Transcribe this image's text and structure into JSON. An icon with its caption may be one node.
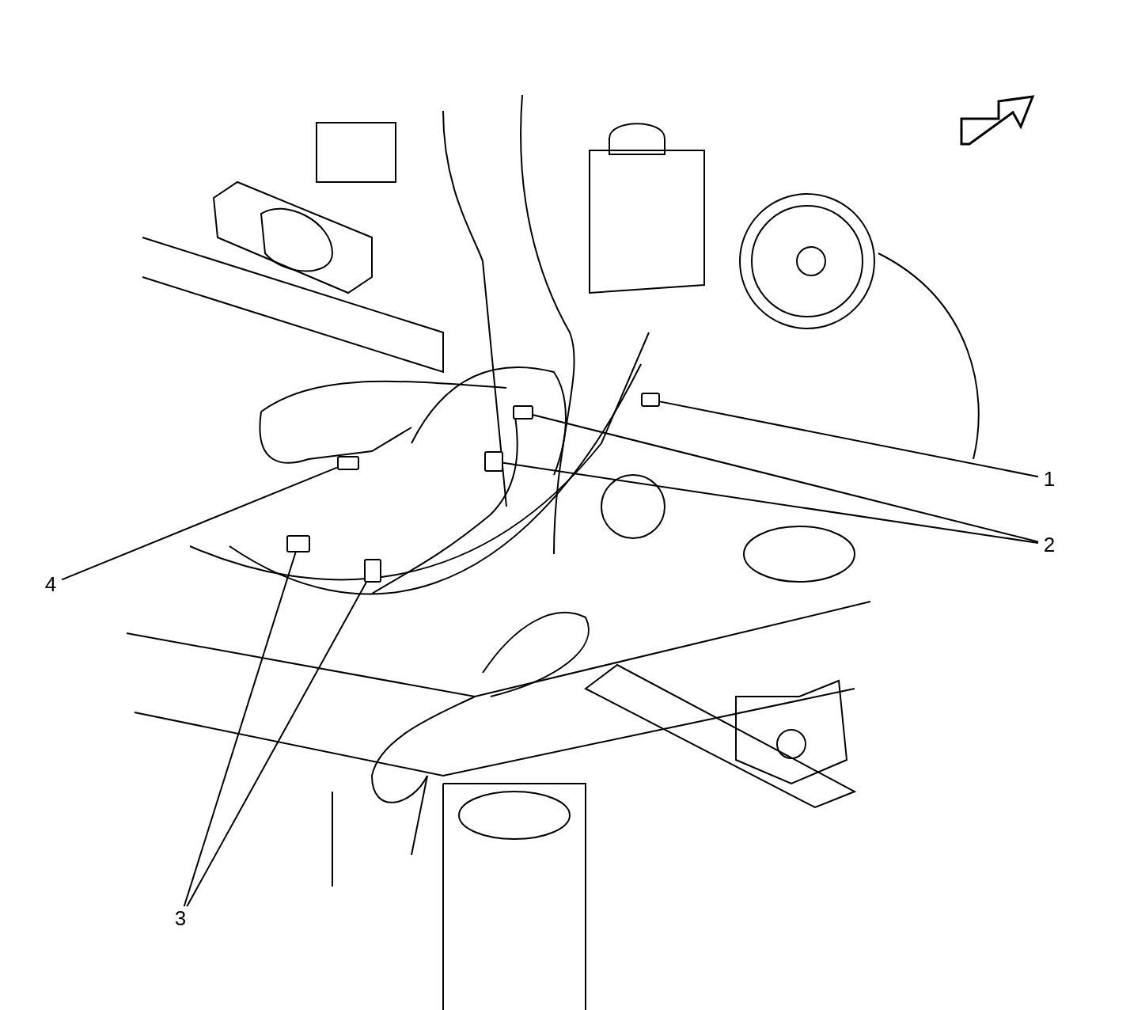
{
  "diagram": {
    "nodes": [
      {
        "text": [
          "1"
        ]
      },
      {
        "text": [
          "2"
        ]
      },
      {
        "text": [
          "3"
        ]
      },
      {
        "text": [
          "4"
        ]
      },
      {
        "text": [],
        "shape": "box"
      },
      {
        "text": [],
        "shape": "box"
      },
      {
        "text": [],
        "shape": "box"
      },
      {
        "text": [],
        "shape": "box"
      },
      {
        "text": [],
        "shape": "box"
      },
      {
        "text": [],
        "shape": "box"
      }
    ],
    "edges": [
      {
        "from": 0,
        "to": 4,
        "arrow": "none"
      },
      {
        "from": 1,
        "to": 5,
        "arrow": "none"
      },
      {
        "from": 1,
        "to": 6,
        "arrow": "none"
      },
      {
        "from": 2,
        "to": 7,
        "arrow": "none"
      },
      {
        "from": 2,
        "to": 8,
        "arrow": "none"
      },
      {
        "from": 3,
        "to": 9,
        "arrow": "none"
      }
    ]
  }
}
